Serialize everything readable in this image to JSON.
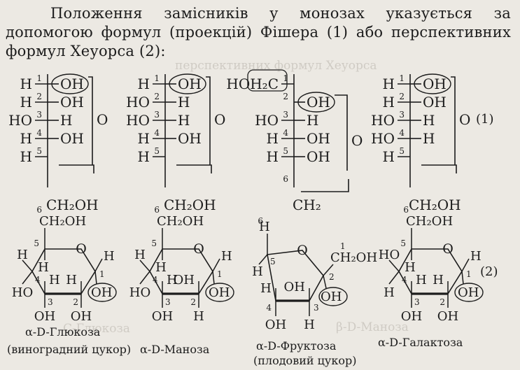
{
  "intro_text": "Положення замісників у монозах указується за допомогою формул (проекцій) Фішера (1) або перспективних формул Хеуорса (2):",
  "equation_labels": {
    "fischer": "(1)",
    "haworth": "(2)"
  },
  "fischer": {
    "glucose": {
      "rows": [
        {
          "left": "H",
          "num": "1",
          "right": "OH"
        },
        {
          "left": "H",
          "num": "2",
          "right": "OH"
        },
        {
          "left": "HO",
          "num": "3",
          "right": "H"
        },
        {
          "left": "H",
          "num": "4",
          "right": "OH"
        },
        {
          "left": "H",
          "num": "5",
          "right": ""
        }
      ],
      "bottom": "CH₂OH"
    },
    "mannose": {
      "rows": [
        {
          "left": "H",
          "num": "1",
          "right": "OH"
        },
        {
          "left": "HO",
          "num": "2",
          "right": "H"
        },
        {
          "left": "HO",
          "num": "3",
          "right": "H"
        },
        {
          "left": "H",
          "num": "4",
          "right": "OH"
        },
        {
          "left": "H",
          "num": "5",
          "right": ""
        }
      ],
      "bottom": "CH₂OH"
    },
    "fructose": {
      "rows": [
        {
          "left": "HOH₂C",
          "num": "1",
          "right": ""
        },
        {
          "left": "",
          "num": "2",
          "right": "OH"
        },
        {
          "left": "HO",
          "num": "3",
          "right": "H"
        },
        {
          "left": "H",
          "num": "4",
          "right": "OH"
        },
        {
          "left": "H",
          "num": "5",
          "right": "OH"
        }
      ],
      "c6": "6",
      "bottom": "CH₂"
    },
    "galactose": {
      "rows": [
        {
          "left": "H",
          "num": "1",
          "right": "OH"
        },
        {
          "left": "H",
          "num": "2",
          "right": "OH"
        },
        {
          "left": "HO",
          "num": "3",
          "right": "H"
        },
        {
          "left": "HO",
          "num": "4",
          "right": "H"
        },
        {
          "left": "H",
          "num": "5",
          "right": ""
        }
      ],
      "bottom": "CH₂OH"
    },
    "ring_o": "O"
  },
  "haworth": {
    "ch2oh": "CH₂OH",
    "h": "H",
    "o": "O",
    "oh": "OH",
    "ho": "HO",
    "numbers": [
      "1",
      "2",
      "3",
      "4",
      "5",
      "6"
    ]
  },
  "captions": {
    "glucose": "α-D-Глюкоза",
    "glucose_sub": "(виноградний цукор)",
    "mannose": "α-D-Маноза",
    "fructose": "α-D-Фруктоза",
    "fructose_sub": "(плодовий цукор)",
    "galactose": "α-D-Галактоза"
  },
  "bleed_through": [
    "С-Глюкоза",
    "β-D-Маноза",
    "перспективних формул Хеуорса"
  ]
}
